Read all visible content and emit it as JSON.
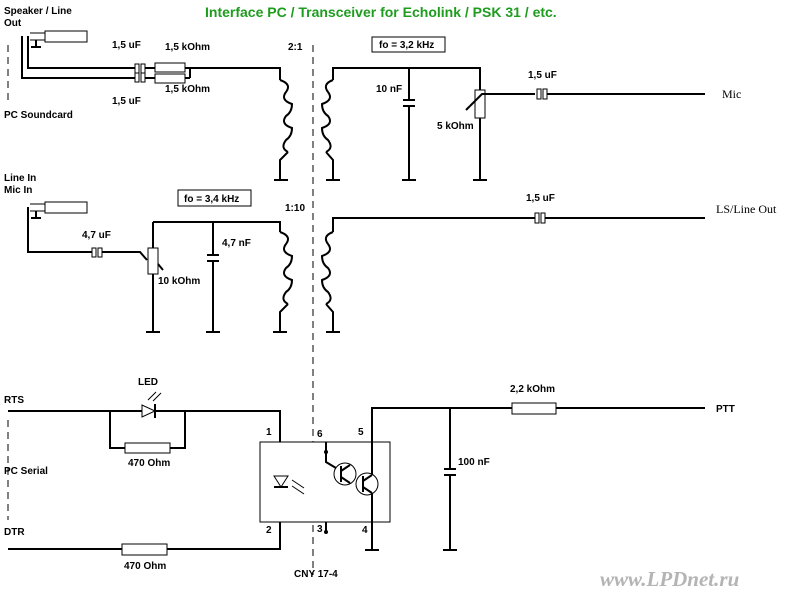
{
  "title": "Interface  PC / Transceiver    for   Echolink / PSK 31 / etc.",
  "watermark": "www.LPDnet.ru",
  "labels": {
    "speaker_line_out_1": "Speaker / Line",
    "speaker_line_out_2": "Out",
    "pc_soundcard": "PC Soundcard",
    "cap_top_1": "1,5 uF",
    "cap_top_2": "1,5 uF",
    "res_top_1": "1,5 kOhm",
    "res_top_2": "1,5 kOhm",
    "ratio_top": "2:1",
    "fo_top": "fo = 3,2 kHz",
    "cap_10nf": "10 nF",
    "pot_5k": "5 kOhm",
    "cap_mic": "1,5 uF",
    "mic": "Mic",
    "line_in": "Line In",
    "mic_in": "Mic In",
    "cap_47uf": "4,7 uF",
    "fo_mid": "fo = 3,4 kHz",
    "cap_47nf": "4,7 nF",
    "pot_10k": "10 kOhm",
    "ratio_mid": "1:10",
    "cap_ls": "1,5 uF",
    "ls_line_out": "LS/Line Out",
    "led": "LED",
    "rts": "RTS",
    "res_470_1": "470 Ohm",
    "pc_serial": "PC Serial",
    "dtr": "DTR",
    "res_470_2": "470 Ohm",
    "pin1": "1",
    "pin2": "2",
    "pin3": "3",
    "pin4": "4",
    "pin5": "5",
    "pin6": "6",
    "optocoupler": "CNY 17-4",
    "res_22k": "2,2 kOhm",
    "cap_100nf": "100 nF",
    "ptt": "PTT"
  }
}
